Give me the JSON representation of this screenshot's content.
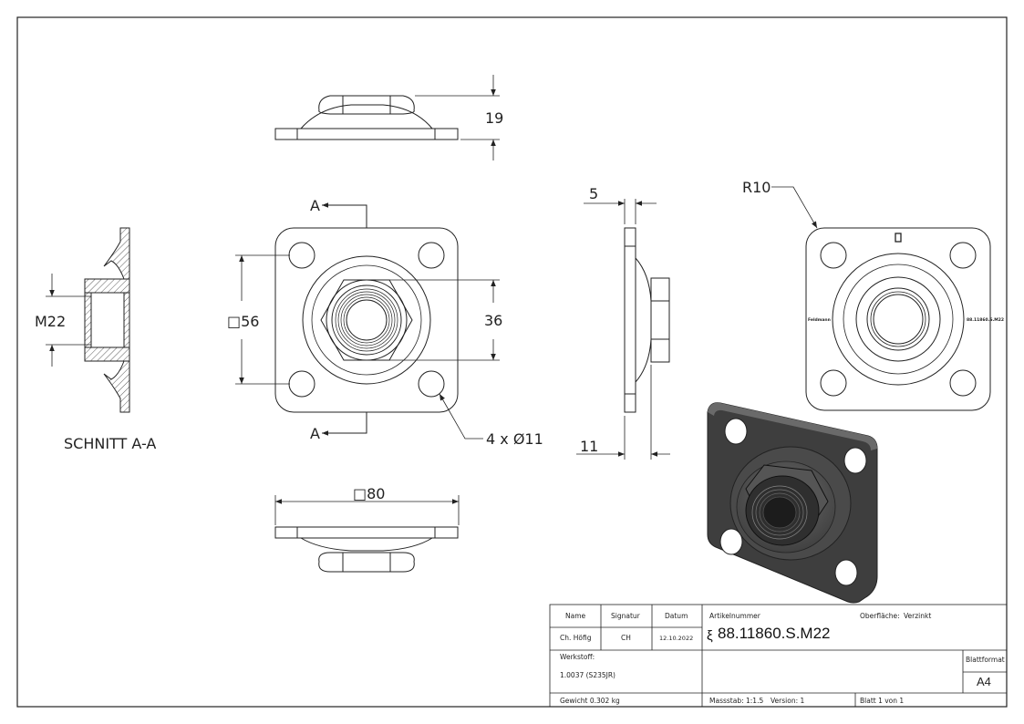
{
  "views": {
    "section_label": "SCHNITT A-A",
    "section_marker": "A",
    "dims": {
      "height": "19",
      "square_56": "□56",
      "nut_36": "36",
      "hole_callout": "4 x Ø11",
      "square_80": "□80",
      "thread": "M22",
      "plate_thickness": "5",
      "side_11": "11",
      "radius": "R10"
    },
    "engraving": {
      "left": "Feldmann",
      "right": "88.11860.S.M22"
    }
  },
  "title_block": {
    "name_header": "Name",
    "signature_header": "Signatur",
    "date_header": "Datum",
    "name": "Ch. Höfig",
    "signature": "CH",
    "date": "12.10.2022",
    "article_label": "Artikelnummer",
    "article_prefix": "ξ",
    "article_number": "88.11860.S.M22",
    "surface_label": "Oberfläche:",
    "surface_value": "Verzinkt",
    "material_label": "Werkstoff:",
    "material_value": "1.0037 (S235JR)",
    "sheet_format_label": "Blattformat",
    "sheet_format": "A4",
    "weight": "Gewicht 0.302 kg",
    "scale": "Massstab: 1:1.5",
    "version": "Version: 1",
    "sheet": "Blatt 1 von 1"
  }
}
